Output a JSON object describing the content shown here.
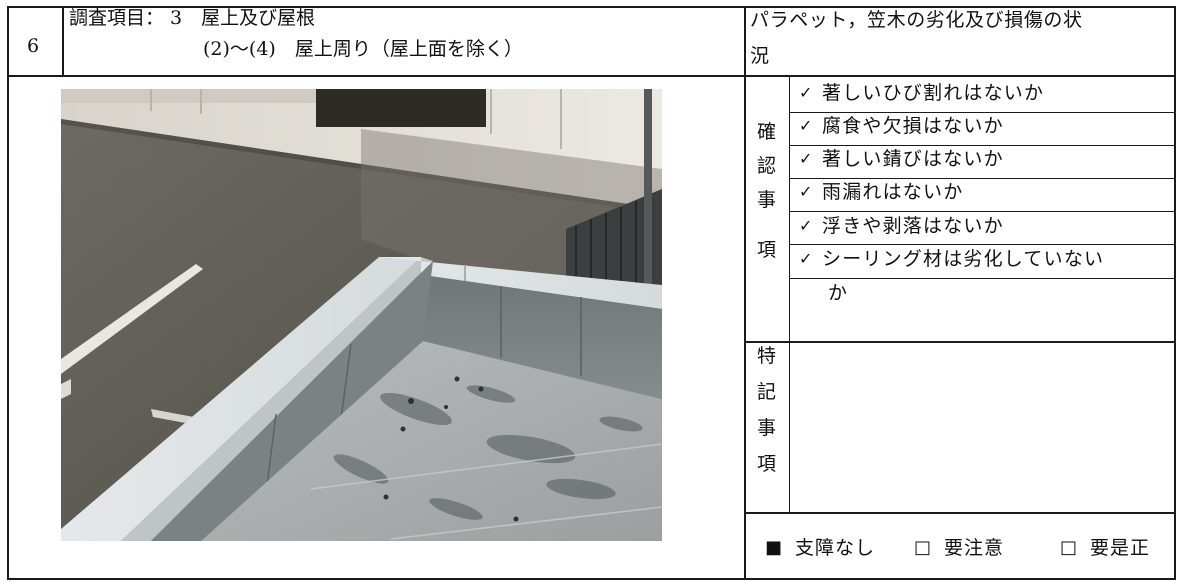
{
  "header": {
    "item_number": "6",
    "survey_title": "調査項目： 3　屋上及び屋根",
    "survey_subtitle": "(2)～(4)　屋上周り（屋上面を除く）",
    "inspection_topic_line1": "パラペット，笠木の劣化及び損傷の状",
    "inspection_topic_line2": "況"
  },
  "check_items": {
    "label_chars": [
      "確",
      "認",
      "事",
      "項"
    ],
    "rows": [
      {
        "mark": "✓",
        "text": "著しいひび割れはないか"
      },
      {
        "mark": "✓",
        "text": "腐食や欠損はないか"
      },
      {
        "mark": "✓",
        "text": "著しい錆びはないか"
      },
      {
        "mark": "✓",
        "text": "雨漏れはないか"
      },
      {
        "mark": "✓",
        "text": "浮きや剥落はないか"
      },
      {
        "mark": "✓",
        "text": "シーリング材は劣化していない"
      },
      {
        "mark": "",
        "text": "か"
      }
    ]
  },
  "special_notes": {
    "label_chars": [
      "特",
      "記",
      "事",
      "項"
    ],
    "content": ""
  },
  "assessment": {
    "options": [
      {
        "box": "■",
        "label": "支障なし",
        "checked": true
      },
      {
        "box": "□",
        "label": "要注意",
        "checked": false
      },
      {
        "box": "□",
        "label": "要是正",
        "checked": false
      }
    ]
  },
  "photo": {
    "icon": "rooftop-parapet-photo"
  }
}
